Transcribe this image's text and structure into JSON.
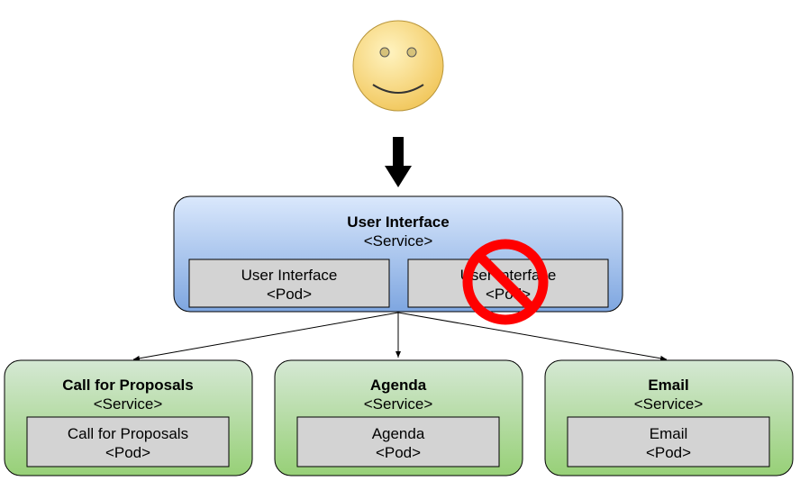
{
  "user_icon": {
    "icon": "smiley-face-icon"
  },
  "user_interface": {
    "title": "User Interface",
    "type": "<Service>",
    "pods": [
      {
        "name": "User Interface",
        "type": "<Pod>",
        "status": "running"
      },
      {
        "name": "User Interface",
        "type": "<Pod>",
        "status": "failed",
        "overlay_icon": "prohibited-icon"
      }
    ]
  },
  "backend_services": [
    {
      "title": "Call for Proposals",
      "type": "<Service>",
      "pod": {
        "name": "Call for Proposals",
        "type": "<Pod>"
      }
    },
    {
      "title": "Agenda",
      "type": "<Service>",
      "pod": {
        "name": "Agenda",
        "type": "<Pod>"
      }
    },
    {
      "title": "Email",
      "type": "<Service>",
      "pod": {
        "name": "Email",
        "type": "<Pod>"
      }
    }
  ],
  "colors": {
    "ui_service_top": "#dae8fc",
    "ui_service_bottom": "#7ea6e0",
    "backend_top": "#d5e8d4",
    "backend_bottom": "#97d077",
    "pod_fill": "#d3d3d3",
    "prohibited": "#ff0000",
    "face": "#ffd966"
  }
}
